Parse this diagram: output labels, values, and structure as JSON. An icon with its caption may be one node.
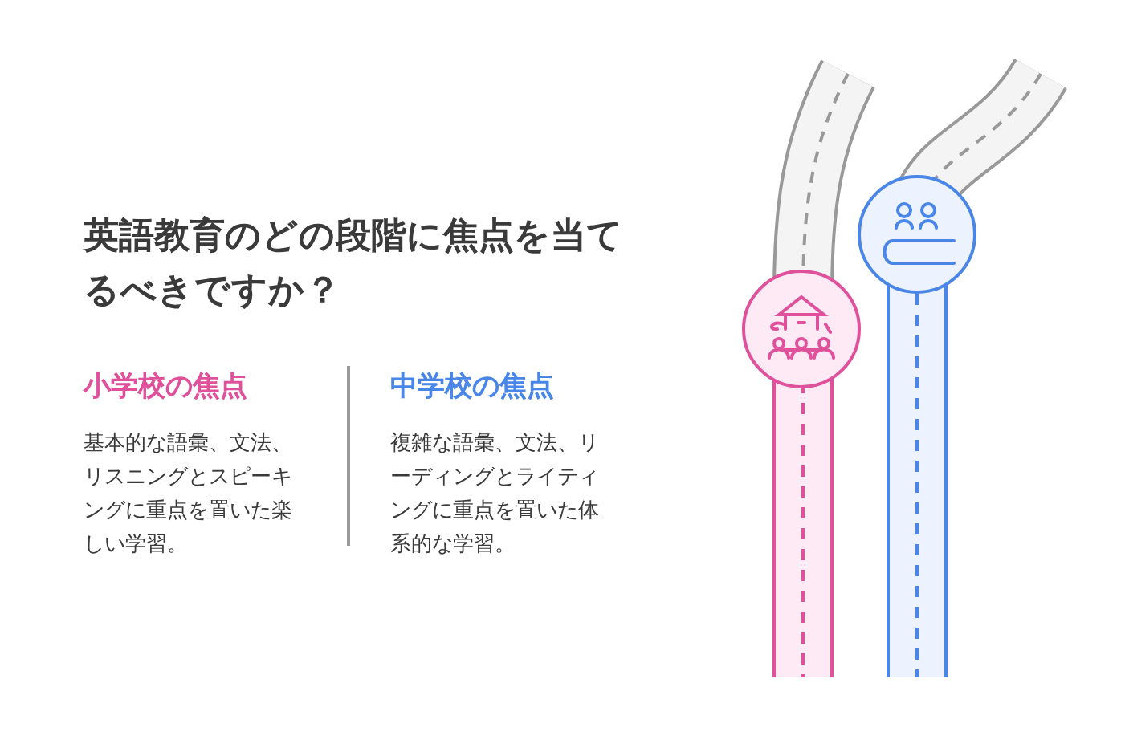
{
  "diagram": {
    "title": "英語教育のどの段階に焦点を当てるべきですか？",
    "labels": [
      "小学校の焦点",
      "基本的な語彙、文法、リスニングとスピーキングに重点を置いた楽しい学習。",
      "中学校の焦点",
      "複雑な語彙、文法、リーディングとライティングに重点を置いた体系的な学習。"
    ]
  }
}
